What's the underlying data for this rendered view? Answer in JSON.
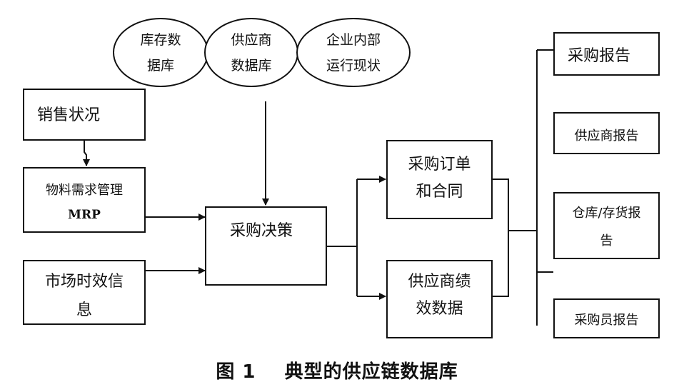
{
  "databases": {
    "inventory": [
      "库存数",
      "据库"
    ],
    "supplier": [
      "供应商",
      "数据库"
    ],
    "internal": [
      "企业内部",
      "运行现状"
    ]
  },
  "inputs": {
    "sales": "销售状况",
    "mrp_line1": "物料需求管理",
    "mrp_line2": "MRP",
    "market_line1": "市场时效信",
    "market_line2": "息"
  },
  "decision": "采购决策",
  "outputs": {
    "order_line1": "采购订单",
    "order_line2": "和合同",
    "performance_line1": "供应商绩",
    "performance_line2": "效数据"
  },
  "reports": {
    "purchase": "采购报告",
    "supplier": "供应商报告",
    "warehouse_line1": "仓库/存货报",
    "warehouse_line2": "告",
    "buyer": "采购员报告"
  },
  "caption": "图 1    典型的供应链数据库"
}
